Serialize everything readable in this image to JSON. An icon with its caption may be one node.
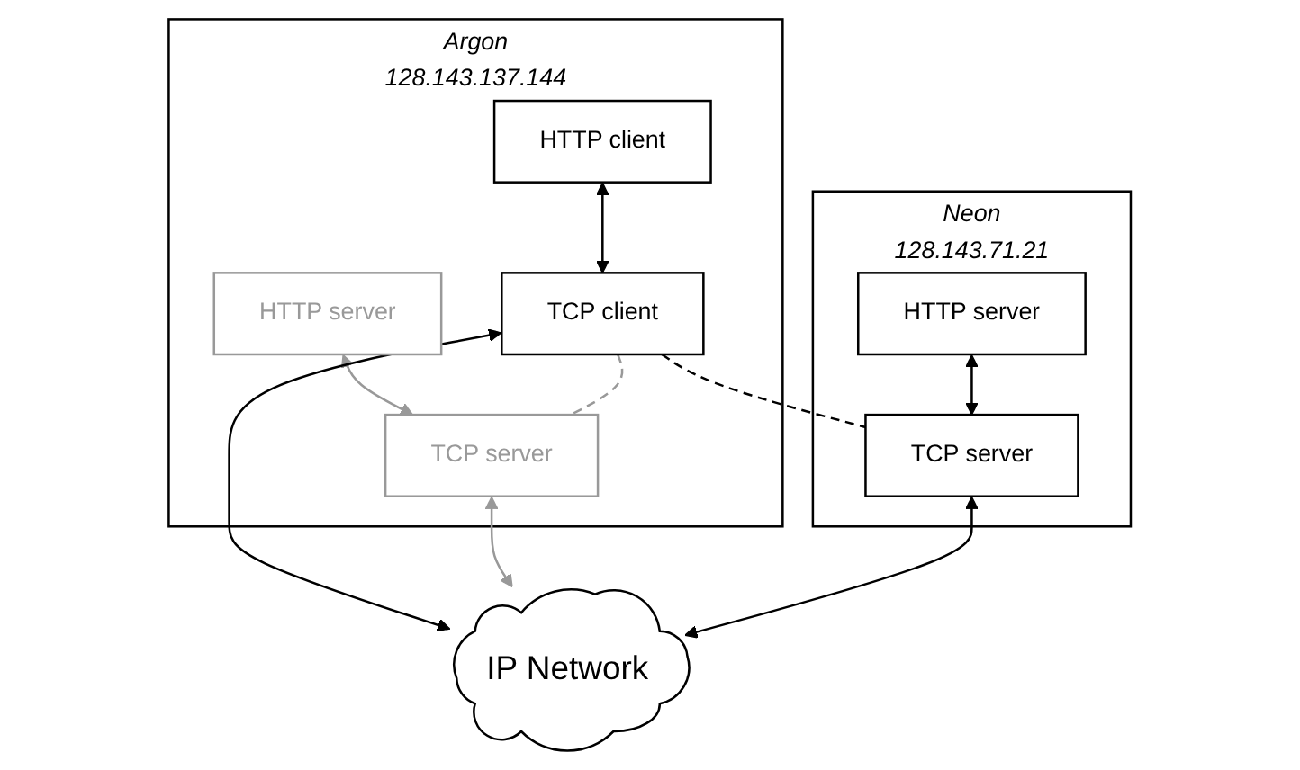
{
  "diagram": {
    "nodes": [
      {
        "text": [
          "Argon",
          "128.143.137.144"
        ]
      },
      {
        "text": [
          "HTTP client"
        ],
        "in": 0
      },
      {
        "text": [
          "HTTP server"
        ],
        "in": 0
      },
      {
        "text": [
          "TCP client"
        ],
        "in": 0
      },
      {
        "text": [
          "TCP server"
        ],
        "in": 0
      },
      {
        "text": [
          "Neon",
          "128.143.71.21"
        ]
      },
      {
        "text": [
          "HTTP server"
        ],
        "in": 5
      },
      {
        "text": [
          "TCP server"
        ],
        "in": 5
      },
      {
        "text": [
          "IP Network"
        ]
      }
    ],
    "edges": [
      {
        "from": 1,
        "to": 3,
        "arrow": "both"
      },
      {
        "from": 2,
        "to": 4,
        "arrow": "both",
        "color": "#999999"
      },
      {
        "from": 6,
        "to": 7,
        "arrow": "both"
      },
      {
        "from": 3,
        "to": 8,
        "arrow": "both"
      },
      {
        "from": 4,
        "to": 8,
        "arrow": "both",
        "color": "#999999"
      },
      {
        "from": 7,
        "to": 8,
        "arrow": "both"
      },
      {
        "from": 3,
        "to": 4,
        "arrow": "none",
        "style": "dashed",
        "color": "#999999"
      },
      {
        "from": 3,
        "to": 7,
        "arrow": "none",
        "style": "dashed"
      }
    ]
  }
}
